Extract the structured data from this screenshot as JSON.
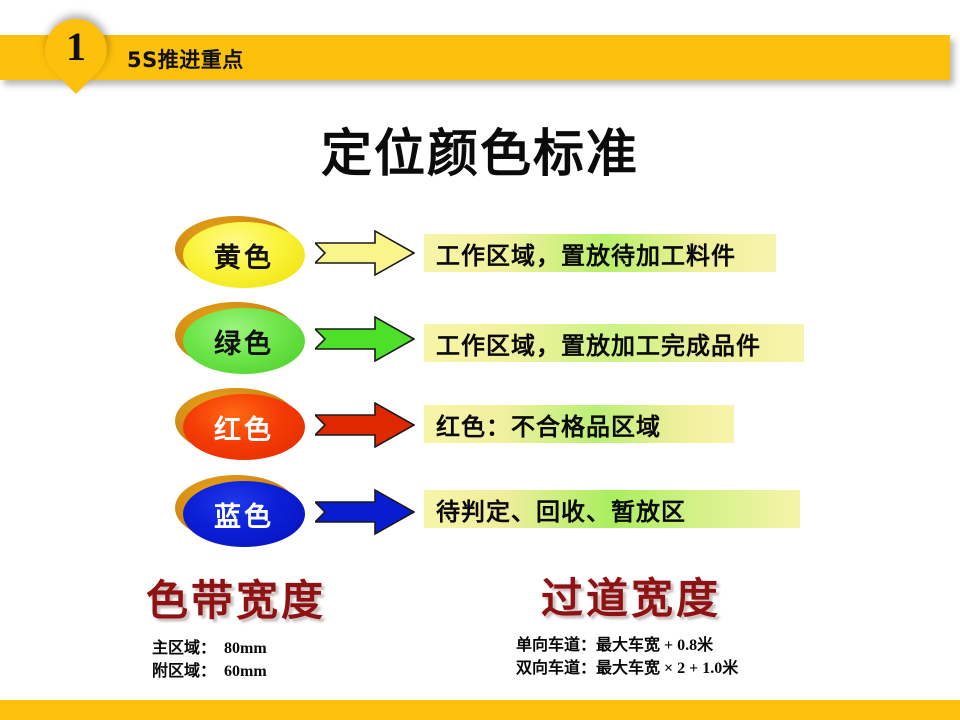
{
  "banner": {
    "step_number": "1",
    "title": "5S推进重点"
  },
  "main_title": "定位颜色标准",
  "rows": [
    {
      "label": "黄色",
      "arrow_icon": "arrow-right-icon",
      "description": "工作区域，置放待加工料件"
    },
    {
      "label": "绿色",
      "arrow_icon": "arrow-right-icon",
      "description": "工作区域，置放加工完成品件"
    },
    {
      "label": "红色",
      "arrow_icon": "arrow-right-icon",
      "description": "红色：不合格品区域"
    },
    {
      "label": "蓝色",
      "arrow_icon": "arrow-right-icon",
      "description": "待判定、回收、暂放区"
    }
  ],
  "bottom": {
    "left": {
      "heading": "色带宽度",
      "lines": [
        "主区域：　80mm",
        "附区域：　60mm"
      ]
    },
    "right": {
      "heading": "过道宽度",
      "lines": [
        "单向车道：最大车宽 + 0.8米",
        "双向车道：最大车宽 × 2 + 1.0米"
      ]
    }
  },
  "colors": {
    "banner_yellow": "#FDC00B",
    "bottom_bar_yellow": "#FFC20C",
    "heading_dark_red": "#8E1214",
    "ellipse_yellow": "#FAF43A",
    "ellipse_green": "#6DE54A",
    "ellipse_red": "#F53C06",
    "ellipse_blue": "#0B1FD6",
    "arrow_yellow": "#FAF58A",
    "arrow_green": "#4DE028",
    "arrow_red": "#E02800",
    "arrow_blue": "#0A1CD0"
  }
}
